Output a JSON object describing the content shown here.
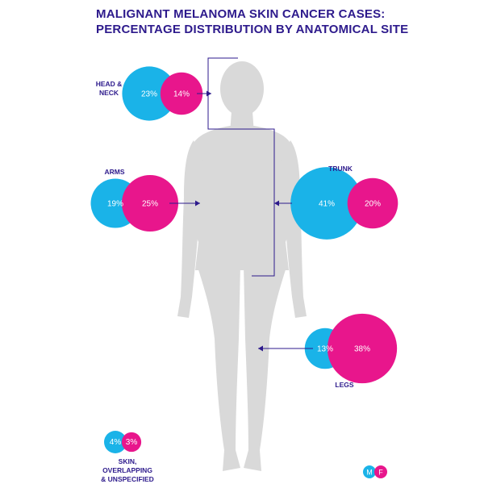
{
  "title": {
    "line1": "MALIGNANT MELANOMA SKIN CANCER CASES:",
    "line2": "PERCENTAGE DISTRIBUTION BY ANATOMICAL SITE"
  },
  "colors": {
    "male": "#1ab3e8",
    "female": "#e8168c",
    "body": "#d9d9d9",
    "text": "#2d1a8c"
  },
  "chart_data": {
    "type": "bubble",
    "title": "MALIGNANT MELANOMA SKIN CANCER CASES: PERCENTAGE DISTRIBUTION BY ANATOMICAL SITE",
    "series": [
      {
        "name": "M",
        "values": [
          23,
          19,
          41,
          13,
          4
        ]
      },
      {
        "name": "F",
        "values": [
          14,
          25,
          20,
          38,
          3
        ]
      }
    ],
    "regions": [
      {
        "id": "head",
        "label": [
          "HEAD &",
          "NECK"
        ],
        "male": 23,
        "female": 14
      },
      {
        "id": "arms",
        "label": [
          "ARMS"
        ],
        "male": 19,
        "female": 25
      },
      {
        "id": "trunk",
        "label": [
          "TRUNK"
        ],
        "male": 41,
        "female": 20
      },
      {
        "id": "legs",
        "label": [
          "LEGS"
        ],
        "male": 13,
        "female": 38
      },
      {
        "id": "skin",
        "label": [
          "SKIN,",
          "OVERLAPPING",
          "& UNSPECIFIED"
        ],
        "male": 4,
        "female": 3
      }
    ],
    "value_suffix": "%",
    "legend": {
      "male": "M",
      "female": "F",
      "placement": "bottom-right"
    }
  }
}
